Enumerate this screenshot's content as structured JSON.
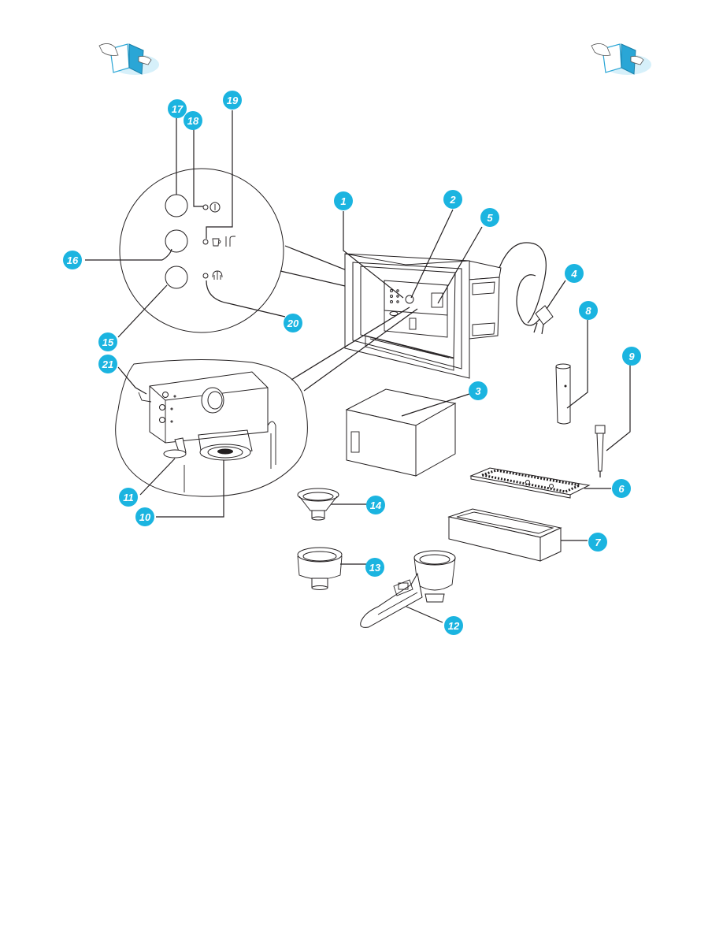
{
  "colors": {
    "callout": "#1bb4e0",
    "line": "#231f20",
    "book_icon": "#2aa6d6"
  },
  "icons": [
    "book-reading-icon",
    "book-reading-icon"
  ],
  "callouts": {
    "c1": "1",
    "c2": "2",
    "c3": "3",
    "c4": "4",
    "c5": "5",
    "c6": "6",
    "c7": "7",
    "c8": "8",
    "c9": "9",
    "c10": "10",
    "c11": "11",
    "c12": "12",
    "c13": "13",
    "c14": "14",
    "c15": "15",
    "c16": "16",
    "c17": "17",
    "c18": "18",
    "c19": "19",
    "c20": "20",
    "c21": "21"
  }
}
